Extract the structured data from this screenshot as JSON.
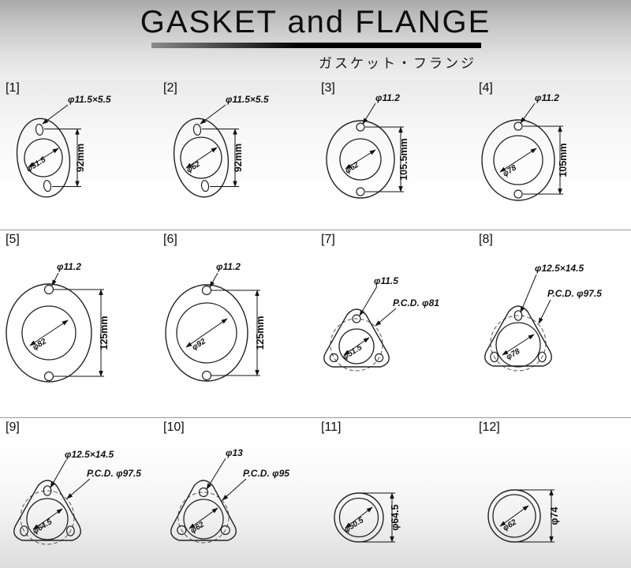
{
  "header": {
    "title": "GASKET and FLANGE",
    "subtitle": "ガスケット・フランジ"
  },
  "colors": {
    "ink": "#111111",
    "pcd_dash": "#555555"
  },
  "items": [
    {
      "num": "[1]",
      "type": "oval-2bolt",
      "bore": "φ51.5",
      "hole": "φ11.5×5.5",
      "dim": "92mm"
    },
    {
      "num": "[2]",
      "type": "oval-2bolt",
      "bore": "φ62",
      "hole": "φ11.5×5.5",
      "dim": "92mm"
    },
    {
      "num": "[3]",
      "type": "oval-2bolt",
      "bore": "φ62",
      "hole": "φ11.2",
      "dim": "105.5mm"
    },
    {
      "num": "[4]",
      "type": "oval-2bolt",
      "bore": "φ78",
      "hole": "φ11.2",
      "dim": "105mm"
    },
    {
      "num": "[5]",
      "type": "oval-2bolt",
      "bore": "φ82",
      "hole": "φ11.2",
      "dim": "125mm"
    },
    {
      "num": "[6]",
      "type": "oval-2bolt",
      "bore": "φ92",
      "hole": "φ11.2",
      "dim": "125mm"
    },
    {
      "num": "[7]",
      "type": "tri-3bolt",
      "bore": "φ51.5",
      "hole": "φ11.5",
      "pcd": "P.C.D. φ81"
    },
    {
      "num": "[8]",
      "type": "tri-3bolt",
      "bore": "φ78",
      "hole": "φ12.5×14.5",
      "pcd": "P.C.D. φ97.5"
    },
    {
      "num": "[9]",
      "type": "tri-3bolt",
      "bore": "φ64.5",
      "hole": "φ12.5×14.5",
      "pcd": "P.C.D. φ97.5"
    },
    {
      "num": "[10]",
      "type": "tri-3bolt",
      "bore": "φ62",
      "hole": "φ13",
      "pcd": "P.C.D. φ95"
    },
    {
      "num": "[11]",
      "type": "ring",
      "bore": "φ50.5",
      "outer": "φ64.5"
    },
    {
      "num": "[12]",
      "type": "ring",
      "bore": "φ62",
      "outer": "φ74"
    }
  ]
}
